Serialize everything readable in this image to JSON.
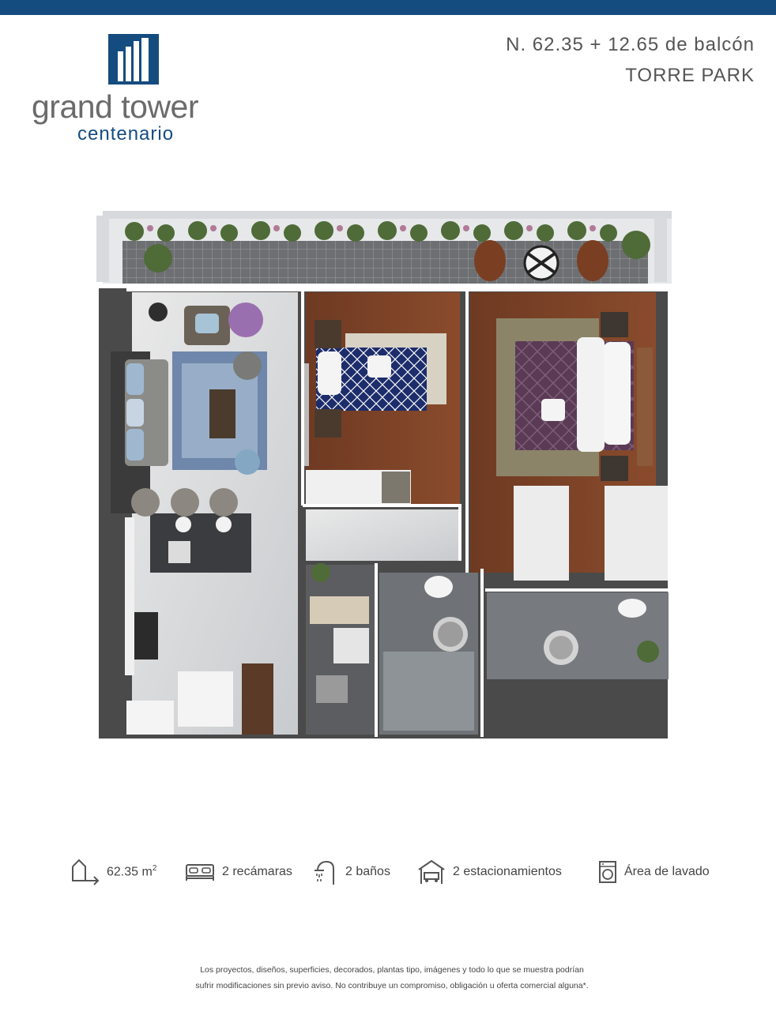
{
  "brand": {
    "name": "grand tower",
    "sub": "centenario",
    "primary_color": "#154c80",
    "gray_color": "#6b6b6b",
    "icon": "building-logo-icon"
  },
  "unit": {
    "title": "N. 62.35 + 12.65 de balcón",
    "tower": "TORRE PARK"
  },
  "specs": [
    {
      "icon": "area-icon",
      "value": "62.35 m",
      "sup": "2"
    },
    {
      "icon": "bed-icon",
      "value": "2 recámaras"
    },
    {
      "icon": "shower-icon",
      "value": "2 baños"
    },
    {
      "icon": "garage-car-icon",
      "value": "2 estacionamientos"
    },
    {
      "icon": "washer-icon",
      "value": "Área de lavado"
    }
  ],
  "disclaimer": {
    "line1": "Los proyectos, diseños, superficies, decorados, plantas tipo, imágenes y todo lo que se muestra podrían",
    "line2": "sufrir modificaciones sin previo aviso.  No contribuye un compromiso, obligación u oferta comercial alguna*."
  }
}
